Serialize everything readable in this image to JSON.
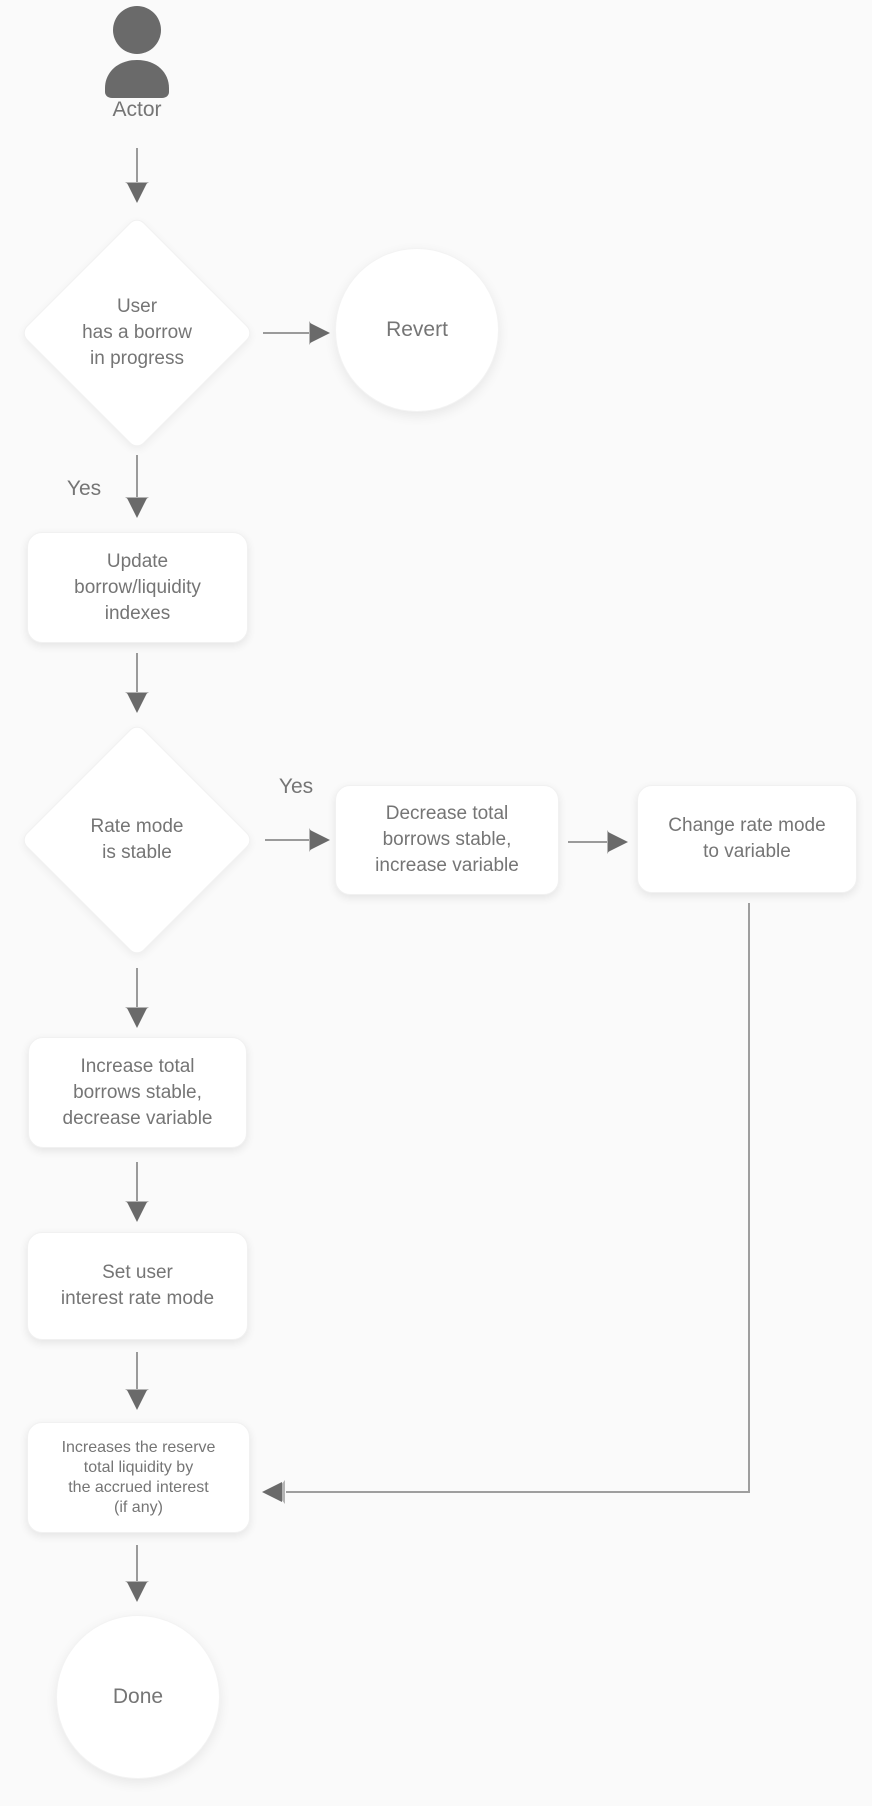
{
  "diagram": {
    "type": "flowchart",
    "nodes": {
      "actor": {
        "label": "Actor",
        "shape": "actor"
      },
      "has_borrow_decision": {
        "label": "User\nhas a borrow\nin progress",
        "shape": "diamond"
      },
      "revert": {
        "label": "Revert",
        "shape": "circle"
      },
      "update_indexes": {
        "label": "Update\nborrow/liquidity\nindexes",
        "shape": "rounded-box"
      },
      "rate_mode_decision": {
        "label": "Rate mode\nis stable",
        "shape": "diamond"
      },
      "decrease_total_borrows": {
        "label": "Decrease total\nborrows stable,\nincrease variable",
        "shape": "rounded-box"
      },
      "change_rate_mode": {
        "label": "Change rate mode\nto variable",
        "shape": "rounded-box"
      },
      "increase_total_borrows": {
        "label": "Increase total\nborrows stable,\ndecrease variable",
        "shape": "rounded-box"
      },
      "set_user_rate_mode": {
        "label": "Set user\ninterest rate mode",
        "shape": "rounded-box"
      },
      "increase_reserve_liquidity": {
        "label": "Increases the reserve\ntotal liquidity by\nthe accrued interest\n(if any)",
        "shape": "rounded-box"
      },
      "done": {
        "label": "Done",
        "shape": "circle"
      }
    },
    "edge_labels": {
      "borrow_in_progress_yes": "Yes",
      "rate_mode_stable_yes": "Yes"
    },
    "edges": [
      "actor -> has_borrow_decision",
      "has_borrow_decision -> revert",
      "has_borrow_decision -Yes-> update_indexes",
      "update_indexes -> rate_mode_decision",
      "rate_mode_decision -Yes-> decrease_total_borrows",
      "decrease_total_borrows -> change_rate_mode",
      "rate_mode_decision -> increase_total_borrows",
      "increase_total_borrows -> set_user_rate_mode",
      "set_user_rate_mode -> increase_reserve_liquidity",
      "change_rate_mode -> increase_reserve_liquidity",
      "increase_reserve_liquidity -> done"
    ],
    "colors": {
      "background": "#fafafa",
      "node_fill": "#ffffff",
      "text": "#757575",
      "line": "#9e9e9e",
      "arrowhead_dark": "#6a6a6a",
      "arrowhead_light": "#b4b4b4",
      "actor_icon": "#6a6a6a"
    }
  }
}
